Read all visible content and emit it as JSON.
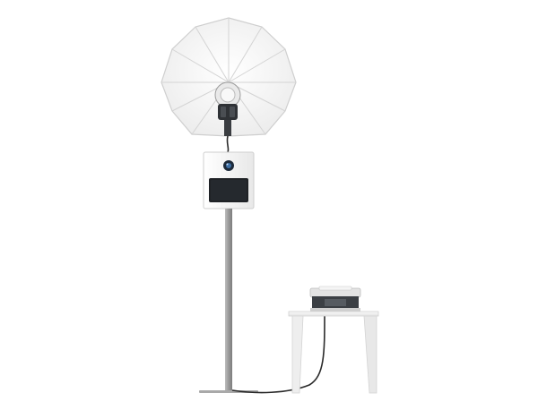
{
  "scene": {
    "background_color": "#ffffff",
    "objects": [
      "umbrella-light",
      "photo-booth-kiosk",
      "stand-pole",
      "side-table",
      "photo-printer"
    ]
  },
  "colors": {
    "umbrella_fabric": "#fbfbfb",
    "umbrella_ribs": "#d9d9d9",
    "kiosk_body": "#f3f3f3",
    "screen": "#1f2226",
    "pole": "#9a9a9a",
    "cable": "#2a2a2a",
    "table": "#f2f2f2",
    "printer": "#3b3f44"
  }
}
